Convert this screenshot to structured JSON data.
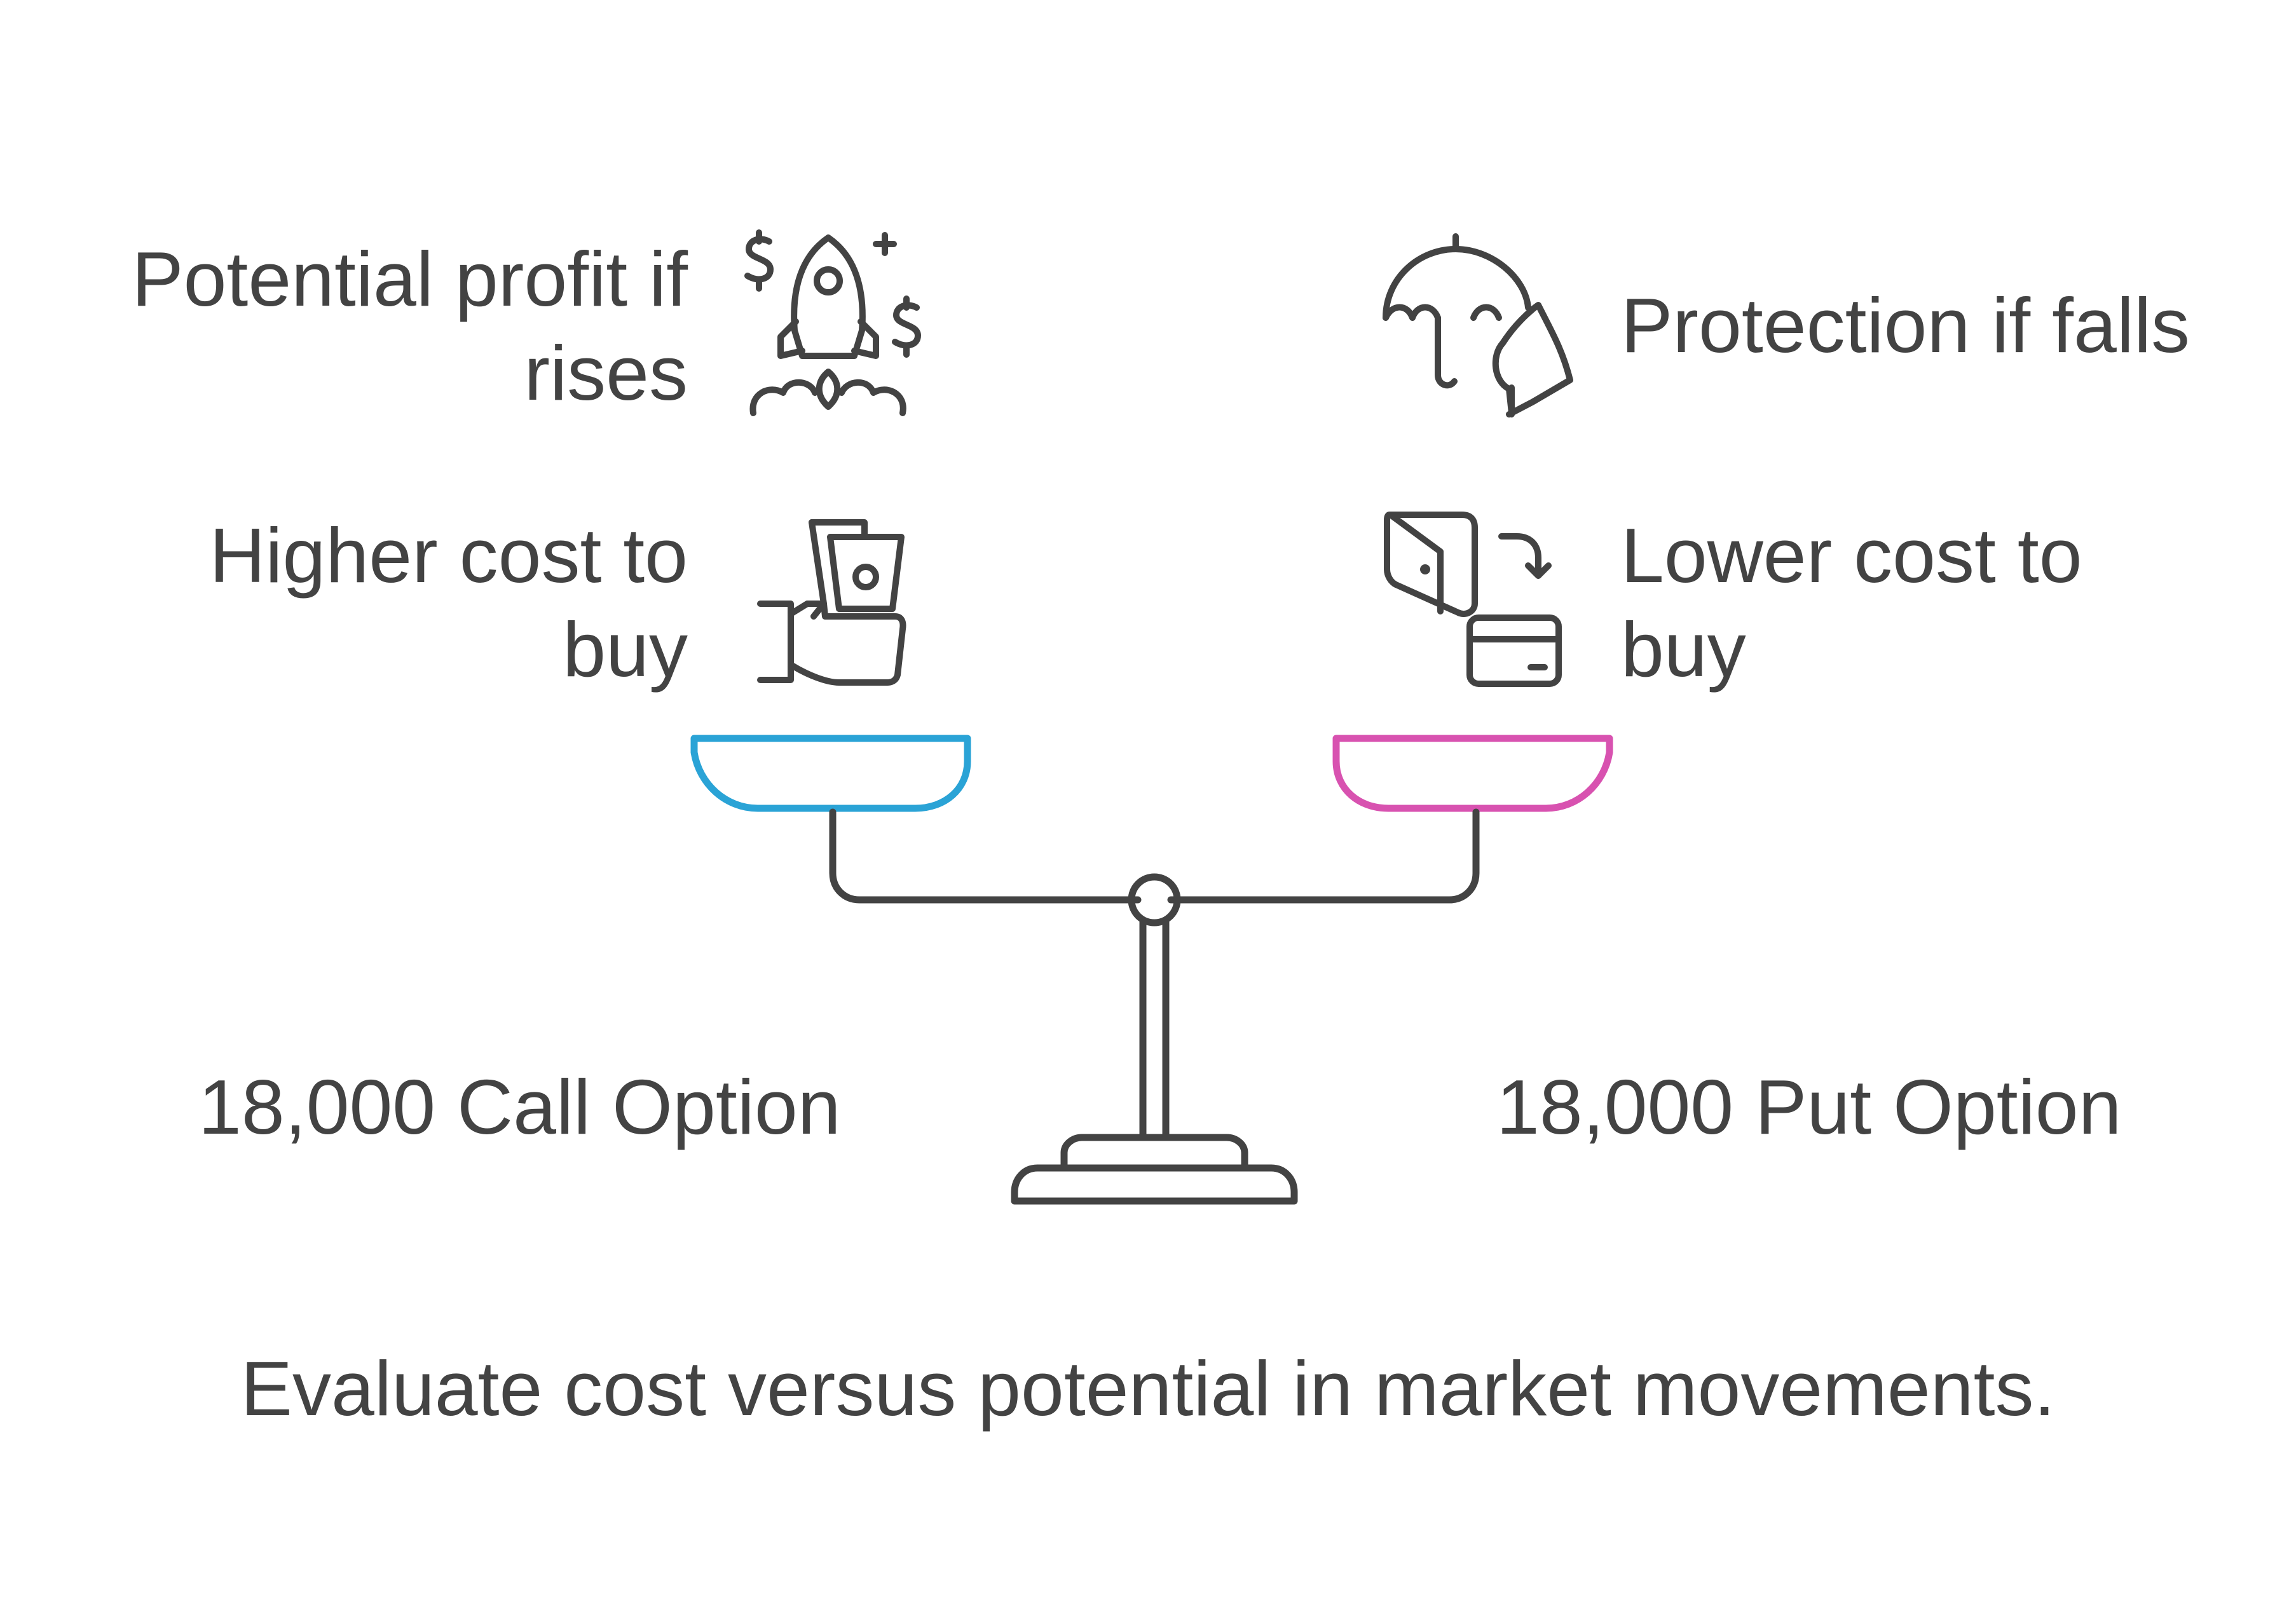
{
  "left_side": {
    "label": "18,000 Call Option",
    "benefit": [
      "Potential profit if",
      "rises"
    ],
    "cost": [
      "Higher cost to",
      "buy"
    ],
    "pan_color": "#2aa3d6",
    "benefit_icon": "rocket-with-dollars-icon",
    "cost_icon": "hand-holding-money-icon"
  },
  "right_side": {
    "label": "18,000 Put Option",
    "benefit": [
      "Protection if falls"
    ],
    "cost": [
      "Lower cost to",
      "buy"
    ],
    "pan_color": "#d852b0",
    "benefit_icon": "umbrella-shield-icon",
    "cost_icon": "wallet-to-card-icon"
  },
  "caption": "Evaluate cost versus potential in market movements.",
  "colors": {
    "text": "#434343",
    "stroke": "#434343"
  }
}
